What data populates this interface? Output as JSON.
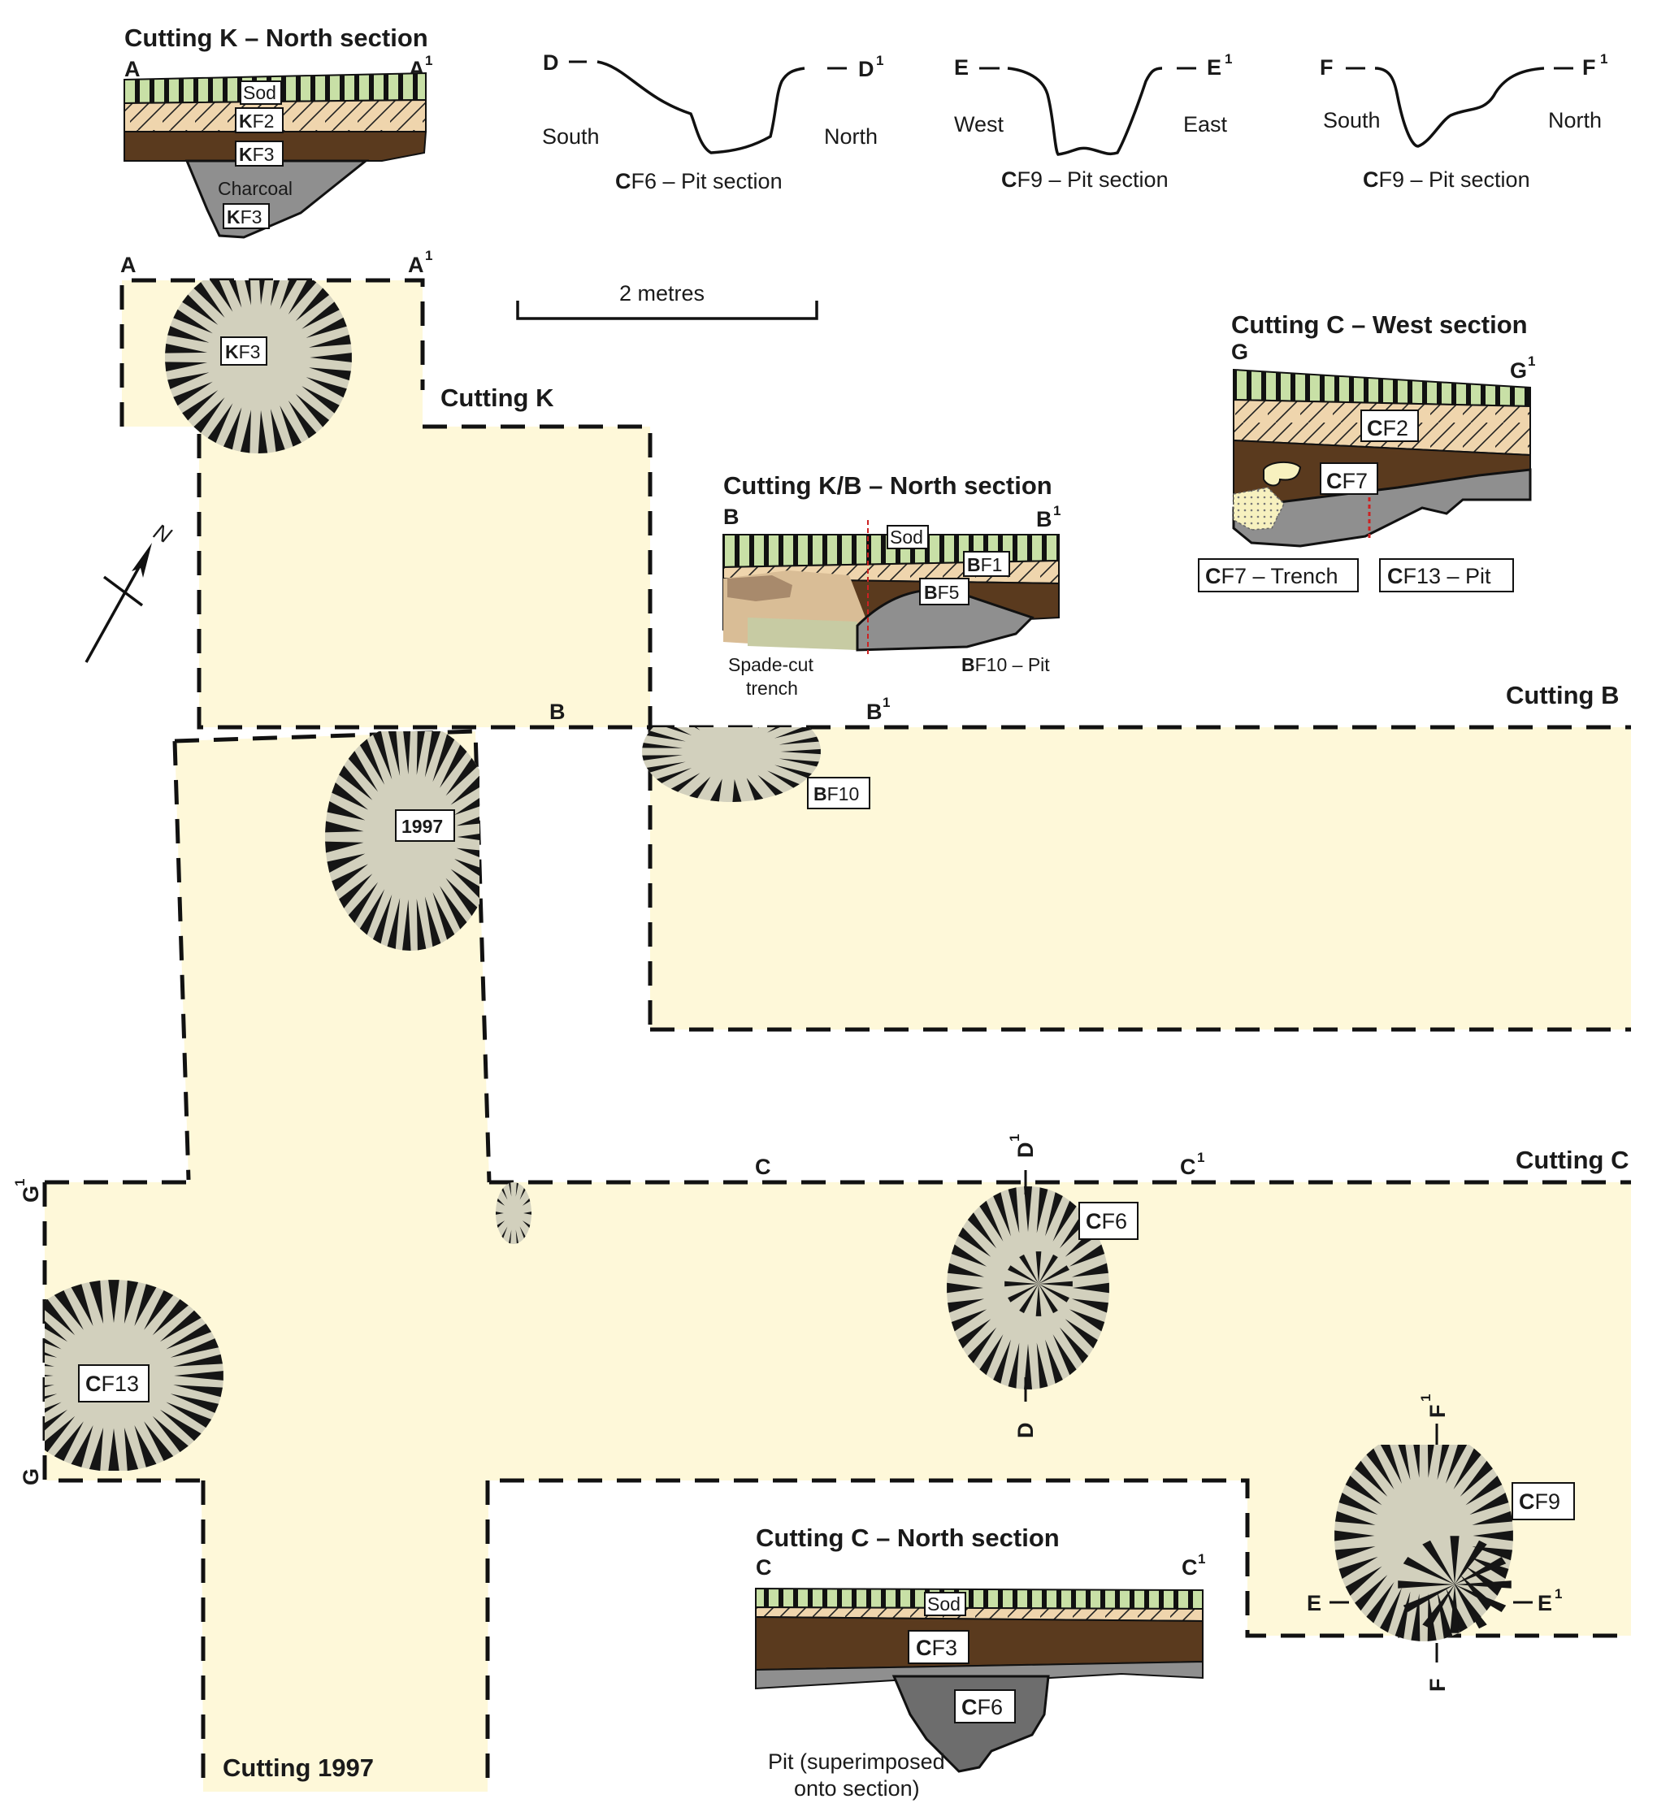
{
  "scale": {
    "label": "2 metres"
  },
  "north": {
    "label": "N"
  },
  "cuttings": {
    "k": "Cutting K",
    "b": "Cutting B",
    "c": "Cutting C",
    "y1997": "Cutting 1997"
  },
  "features": {
    "kf3": {
      "prefix": "K",
      "rest": "F3"
    },
    "bf10": {
      "prefix": "B",
      "rest": "F10"
    },
    "p1997": "1997",
    "cf6": {
      "prefix": "C",
      "rest": "F6"
    },
    "cf13": {
      "prefix": "C",
      "rest": "F13"
    },
    "cf9": {
      "prefix": "C",
      "rest": "F9"
    }
  },
  "section_markers": {
    "A": "A",
    "A1": "A",
    "B": "B",
    "B1": "B",
    "C": "C",
    "C1": "C",
    "D": "D",
    "D1": "D",
    "E": "E",
    "E1": "E",
    "F": "F",
    "F1": "F",
    "G": "G",
    "G1": "G",
    "superscript": "1"
  },
  "sections": {
    "k_north": {
      "title": "Cutting K – North section",
      "left": "A",
      "right": "A",
      "sup": "1",
      "sod": "Sod",
      "kf2": {
        "prefix": "K",
        "rest": "F2"
      },
      "kf3_upper": {
        "prefix": "K",
        "rest": "F3"
      },
      "charcoal": "Charcoal",
      "kf3_lower": {
        "prefix": "K",
        "rest": "F3"
      }
    },
    "d": {
      "left": "D",
      "right": "D",
      "sup": "1",
      "left_dir": "South",
      "right_dir": "North",
      "caption_prefix": "C",
      "caption_rest": "F6 – Pit section"
    },
    "e": {
      "left": "E",
      "right": "E",
      "sup": "1",
      "left_dir": "West",
      "right_dir": "East",
      "caption_prefix": "C",
      "caption_rest": "F9 – Pit section"
    },
    "f": {
      "left": "F",
      "right": "F",
      "sup": "1",
      "left_dir": "South",
      "right_dir": "North",
      "caption_prefix": "C",
      "caption_rest": "F9 – Pit section"
    },
    "kb_north": {
      "title": "Cutting K/B – North section",
      "left": "B",
      "right": "B",
      "sup": "1",
      "sod": "Sod",
      "bf1": {
        "prefix": "B",
        "rest": "F1"
      },
      "bf5": {
        "prefix": "B",
        "rest": "F5"
      },
      "trench_line1": "Spade-cut",
      "trench_line2": "trench",
      "bf10_prefix": "B",
      "bf10_rest": "F10 – Pit"
    },
    "c_west": {
      "title": "Cutting C – West section",
      "left": "G",
      "right": "G",
      "sup": "1",
      "cf2": {
        "prefix": "C",
        "rest": "F2"
      },
      "cf7": {
        "prefix": "C",
        "rest": "F7"
      },
      "trench": {
        "prefix": "C",
        "rest": "F7 – Trench"
      },
      "pit": {
        "prefix": "C",
        "rest": "F13 – Pit"
      }
    },
    "c_north": {
      "title": "Cutting C – North section",
      "left": "C",
      "right": "C",
      "sup": "1",
      "sod": "Sod",
      "cf3": {
        "prefix": "C",
        "rest": "F3"
      },
      "cf6": {
        "prefix": "C",
        "rest": "F6"
      },
      "note_line1": "Pit (superimposed",
      "note_line2": "onto section)"
    }
  },
  "colors": {
    "cutting_fill": "#fef8d9",
    "pit_fill": "#d2d0bd",
    "sod": "#c8e0a6",
    "topsoil": "#efd5ad",
    "brown_layer": "#5a3a1e",
    "grey_fill": "#8f8f8f",
    "light_fill": "#f7f1bf"
  }
}
